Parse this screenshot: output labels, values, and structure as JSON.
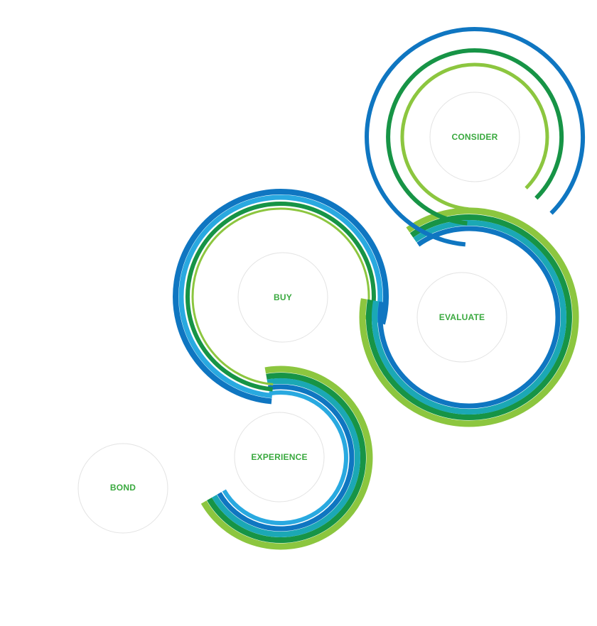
{
  "stages": [
    {
      "id": "consider",
      "label": "CONSIDER"
    },
    {
      "id": "evaluate",
      "label": "EVALUATE"
    },
    {
      "id": "buy",
      "label": "BUY"
    },
    {
      "id": "experience",
      "label": "EXPERIENCE"
    },
    {
      "id": "bond",
      "label": "BOND"
    }
  ],
  "colors": {
    "blue": "#0f76c1",
    "cyan": "#29a9e0",
    "teal": "#1ba8b5",
    "green": "#179446",
    "light_green": "#8cc63f",
    "label_green": "#3aa93f",
    "disc_fill": "#ffffff",
    "disc_stroke": "#e3e3e3"
  }
}
